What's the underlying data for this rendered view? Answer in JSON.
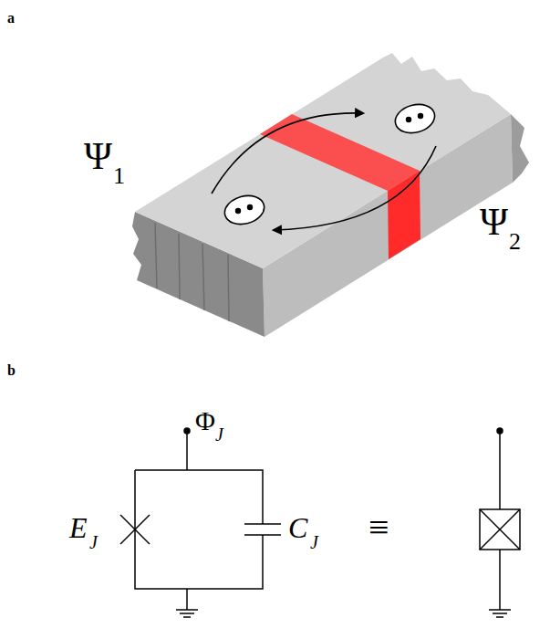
{
  "diagram": {
    "labels": [
      "a",
      "Ψ",
      "1",
      "Ψ",
      "2",
      "b",
      "Φ",
      "J",
      "E",
      "J",
      "C",
      "J",
      "≡"
    ]
  }
}
